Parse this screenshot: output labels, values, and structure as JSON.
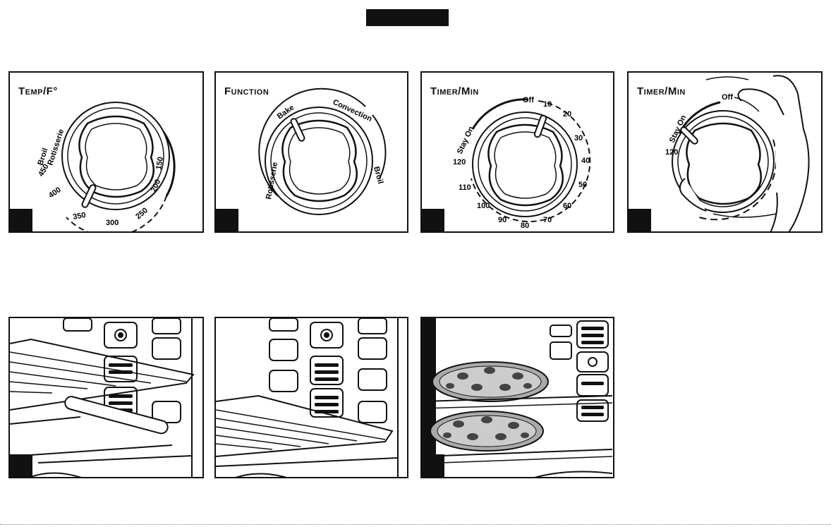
{
  "panels": {
    "temp": {
      "title": "Temp/F°",
      "labels": [
        "Broil",
        "Rotisserie",
        "450",
        "400",
        "350",
        "300",
        "250",
        "200",
        "150"
      ]
    },
    "function": {
      "title": "Function",
      "labels": [
        "Bake",
        "Convection",
        "Rotisserie",
        "Broil"
      ]
    },
    "timer": {
      "title": "Timer/Min",
      "labels": [
        "Off",
        "10",
        "20",
        "30",
        "40",
        "50",
        "60",
        "70",
        "80",
        "90",
        "100",
        "110",
        "120",
        "Stay On"
      ]
    },
    "timer_hand": {
      "title": "Timer/Min",
      "labels": [
        "Off",
        "Stay On",
        "120"
      ]
    }
  }
}
